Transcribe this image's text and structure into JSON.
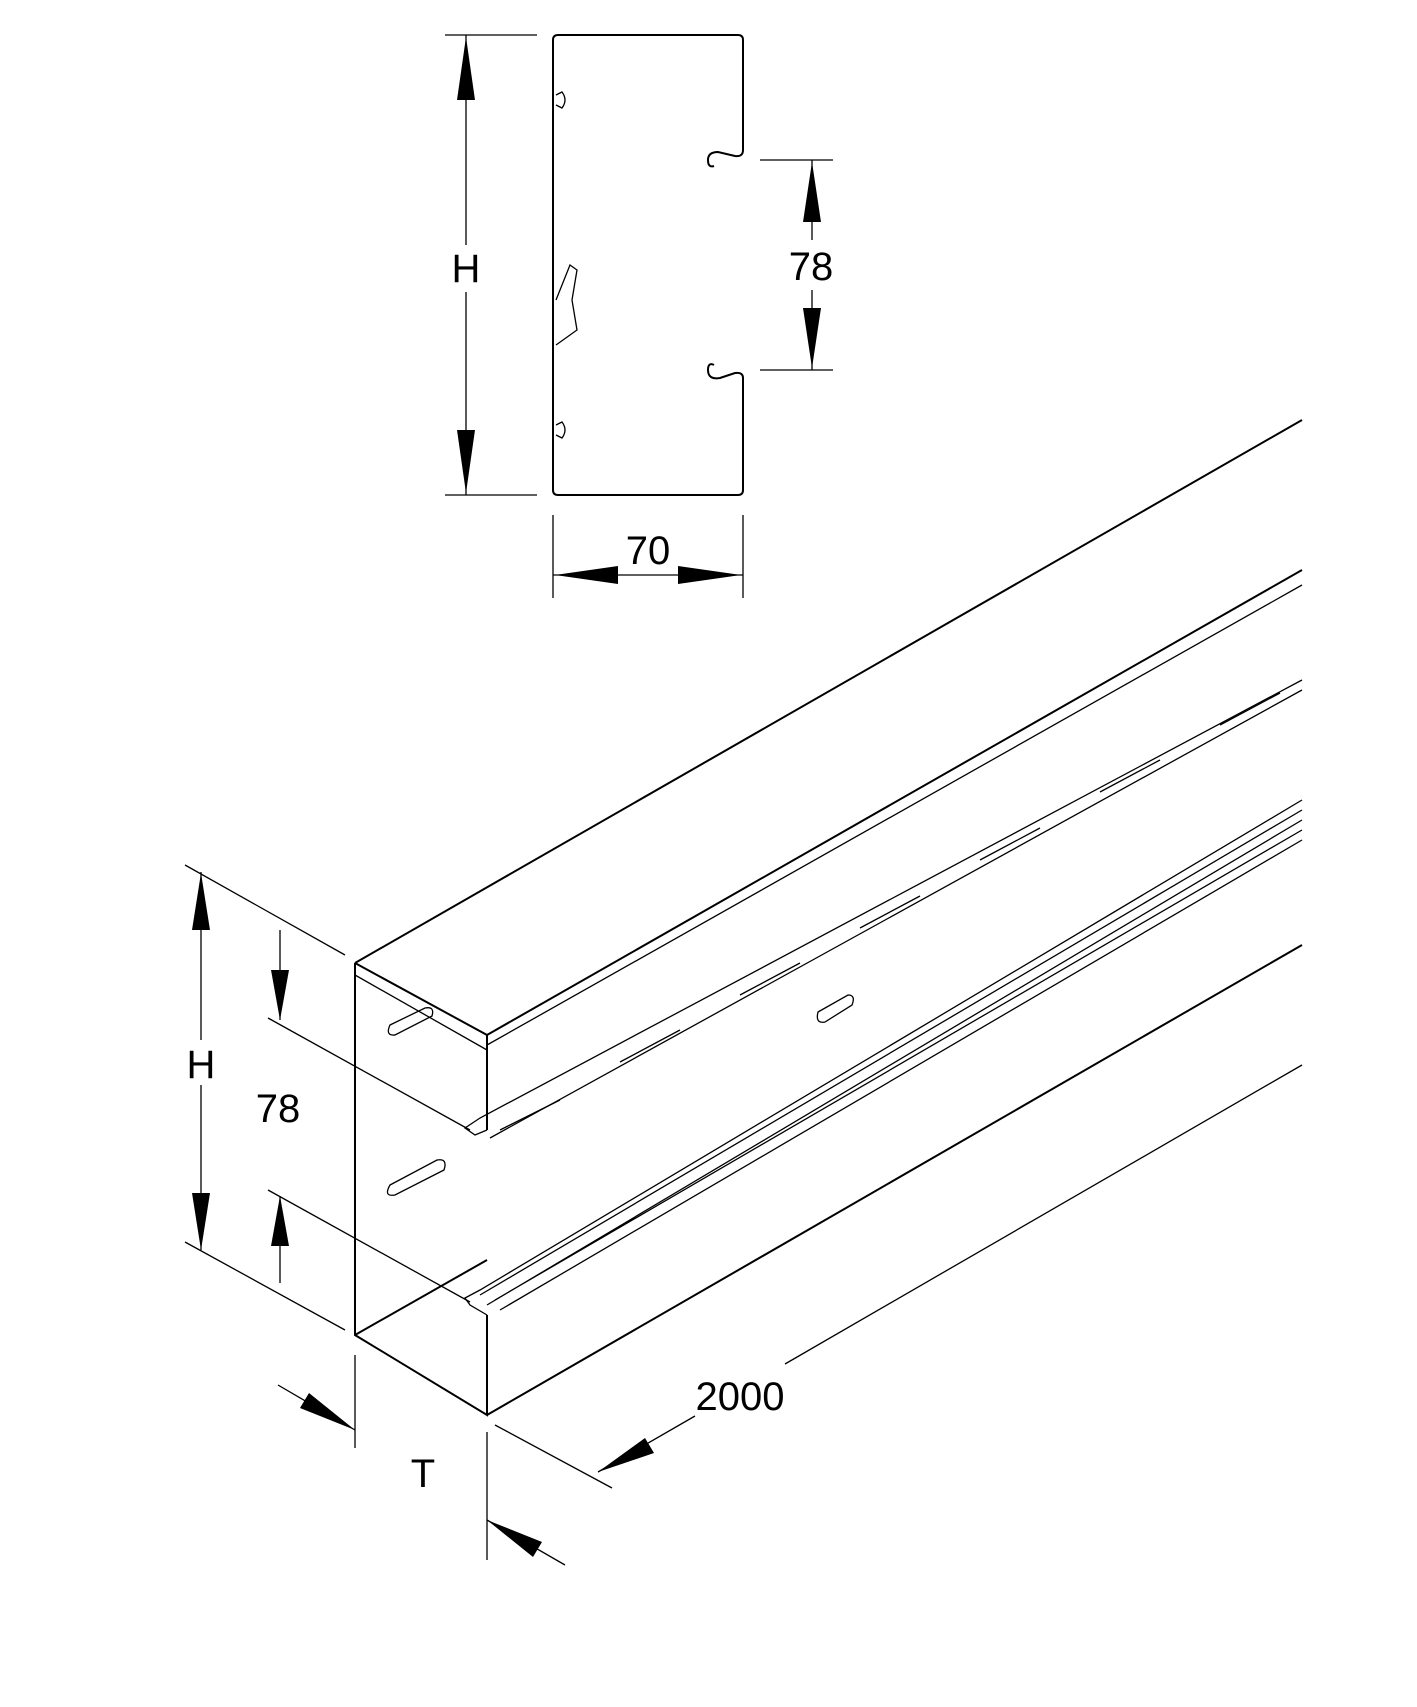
{
  "section_view": {
    "height_label": "H",
    "gap_label": "78",
    "width_label": "70"
  },
  "iso_view": {
    "height_label": "H",
    "gap_label": "78",
    "length_label": "2000",
    "depth_label": "T"
  }
}
